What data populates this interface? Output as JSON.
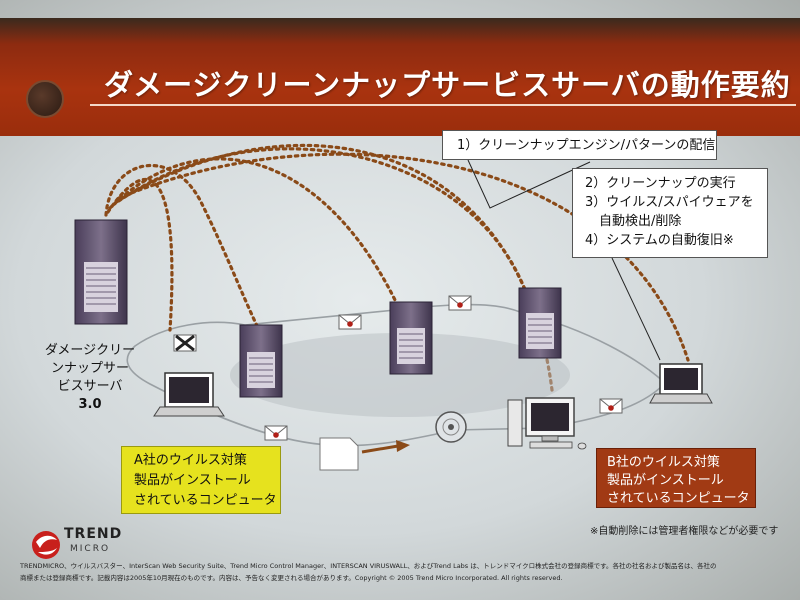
{
  "slide": {
    "title": "ダメージクリーンナップサービスサーバの動作要約"
  },
  "steps": {
    "step1": "1）クリーンナップエンジン/パターンの配信",
    "step2": "2）クリーンナップの実行",
    "step3_line1": "3）ウイルス/スパイウェアを",
    "step3_line2": "自動検出/削除",
    "step4": "4）システムの自動復旧※"
  },
  "server_label": {
    "line1": "ダメージクリー",
    "line2": "ンナップサー",
    "line3": "ビスサーバ",
    "line4": "3.0"
  },
  "company_a": {
    "line1": "A社のウイルス対策",
    "line2": "製品がインストール",
    "line3": "されているコンピュータ"
  },
  "company_b": {
    "line1": "B社のウイルス対策",
    "line2": "製品がインストール",
    "line3": "されているコンピュータ"
  },
  "note": "※自動削除には管理者権限などが必要です",
  "logo": {
    "brand": "TREND",
    "sub": "MICRO"
  },
  "disclaimer": {
    "line1": "TRENDMICRO、ウイルスバスター、InterScan Web Security Suite、Trend Micro Control Manager、INTERSCAN VIRUSWALL、およびTrend Labs は、トレンドマイクロ株式会社の登録商標です。各社の社名および製品名は、各社の",
    "line2": "商標または登録商標です。記載内容は2005年10月現在のものです。内容は、予告なく変更される場合があります。Copyright © 2005 Trend Micro Incorporated. All rights reserved."
  },
  "colors": {
    "header": "#a9330f",
    "dotted_path": "#8a4a18",
    "company_a_bg": "#e6e21e",
    "company_b_bg": "#a13a14"
  },
  "icons": [
    "server-icon",
    "laptop-icon",
    "desktop-icon",
    "envelope-icon",
    "blocked-envelope-icon",
    "cd-icon",
    "document-icon",
    "arrow-icon"
  ]
}
